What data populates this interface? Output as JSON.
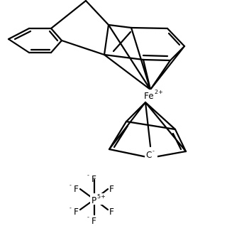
{
  "structure": {
    "iron_center": {
      "element": "Fe",
      "charge": "2+"
    },
    "cyclopentadienide": {
      "charge_label": "C",
      "charge": "-"
    },
    "hexafluorophosphate": {
      "central_atom": "P",
      "central_charge": "5+",
      "ligand": "F",
      "ligand_charge": "-"
    }
  },
  "colors": {
    "bond": "#000000",
    "background": "#ffffff"
  }
}
